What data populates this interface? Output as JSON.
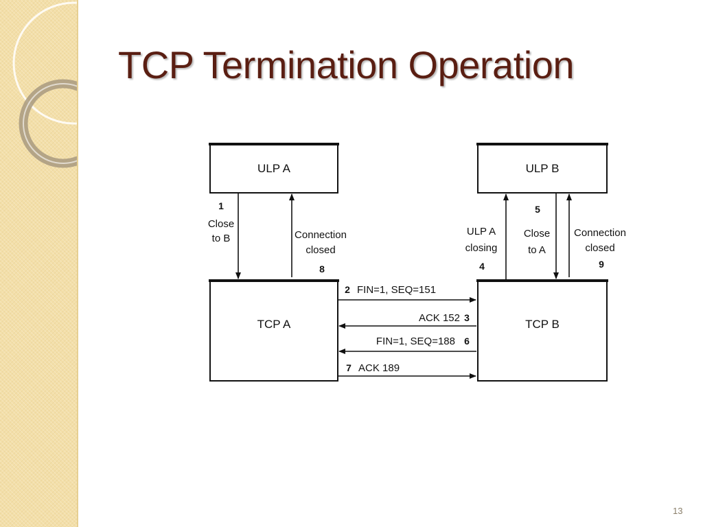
{
  "slide": {
    "title": "TCP Termination Operation",
    "page_number": "13"
  },
  "diagram": {
    "boxes": {
      "ulp_a": "ULP A",
      "ulp_b": "ULP B",
      "tcp_a": "TCP A",
      "tcp_b": "TCP B"
    },
    "steps": {
      "s1": {
        "num": "1",
        "lines": [
          "Close",
          "to B"
        ]
      },
      "s8": {
        "num": "8",
        "lines": [
          "Connection",
          "closed"
        ]
      },
      "s4": {
        "num": "4",
        "lines": [
          "ULP A",
          "closing"
        ]
      },
      "s5": {
        "num": "5",
        "lines": [
          "Close",
          "to A"
        ]
      },
      "s9": {
        "num": "9",
        "lines": [
          "Connection",
          "closed"
        ]
      },
      "s2": {
        "num": "2",
        "label": "FIN=1, SEQ=151"
      },
      "s3": {
        "num": "3",
        "label": "ACK 152"
      },
      "s6": {
        "num": "6",
        "label": "FIN=1, SEQ=188"
      },
      "s7": {
        "num": "7",
        "label": "ACK 189"
      }
    }
  }
}
